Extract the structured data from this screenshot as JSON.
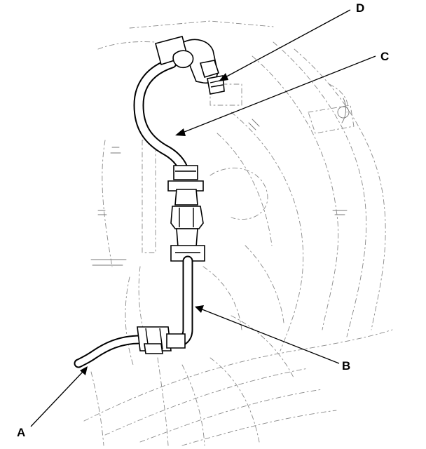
{
  "callouts": {
    "a": "A",
    "b": "B",
    "c": "C",
    "d": "D"
  },
  "colors": {
    "ink": "#000000",
    "background_sketch": "#8a8a8a",
    "paper": "#ffffff"
  }
}
